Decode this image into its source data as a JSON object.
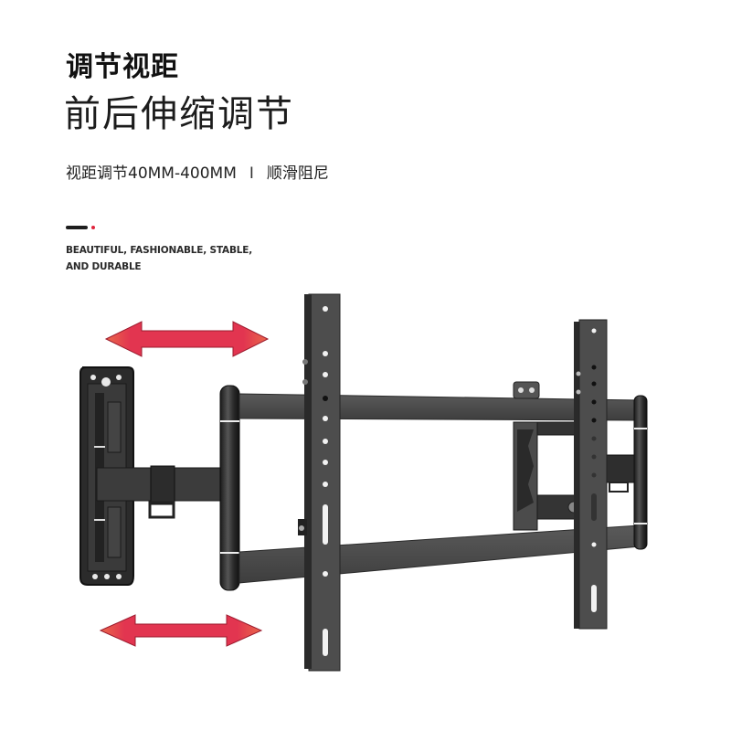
{
  "header": {
    "title": "调节视距",
    "subtitle": "前后伸缩调节"
  },
  "spec": {
    "feature": "视距调节40MM-400MM",
    "separator": "I",
    "benefit": "顺滑阻尼"
  },
  "divider": {
    "bar_color": "#1e1e1e",
    "dot_color": "#e0243c"
  },
  "tagline": {
    "line1": "BEAUTIFUL, FASHIONABLE, STABLE,",
    "line2": "AND DURABLE"
  },
  "illustration": {
    "subject": "full-motion TV wall mount bracket",
    "arrows": [
      {
        "name": "top-double-arrow",
        "direction": "horizontal",
        "color": "#e03a4e"
      },
      {
        "name": "bottom-double-arrow",
        "direction": "horizontal",
        "color": "#e03a4e"
      }
    ],
    "metal_color": "#4a4a4a"
  }
}
